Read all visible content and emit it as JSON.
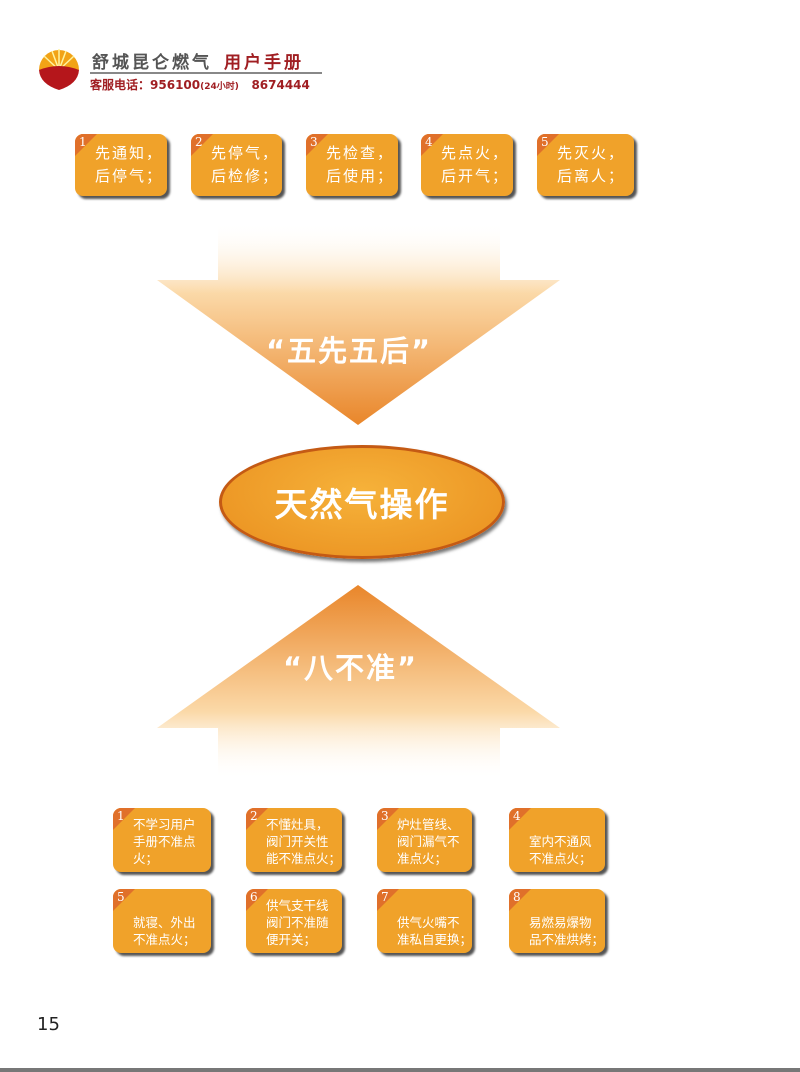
{
  "header": {
    "company": "舒城昆仑燃气",
    "manual": "用户手册",
    "hotline_label": "客服电话：",
    "hotline_number": "956100",
    "hotline_note": "(24小时)",
    "local_number": "8674444"
  },
  "five_rules": {
    "title": "“五先五后”",
    "items": [
      {
        "num": "1",
        "text": "先通知，\n后停气；"
      },
      {
        "num": "2",
        "text": "先停气，\n后检修；"
      },
      {
        "num": "3",
        "text": "先检查，\n后使用；"
      },
      {
        "num": "4",
        "text": "先点火，\n后开气；"
      },
      {
        "num": "5",
        "text": "先灭火，\n后离人；"
      }
    ]
  },
  "center": {
    "title": "天然气操作"
  },
  "eight_rules": {
    "title": "“八不准”",
    "items": [
      {
        "num": "1",
        "text": "不学习用户\n手册不准点\n火；"
      },
      {
        "num": "2",
        "text": "不懂灶具，\n阀门开关性\n能不准点火；"
      },
      {
        "num": "3",
        "text": "炉灶管线、\n阀门漏气不\n准点火；"
      },
      {
        "num": "4",
        "text": "\n室内不通风\n不准点火；"
      },
      {
        "num": "5",
        "text": "\n就寝、外出\n不准点火；"
      },
      {
        "num": "6",
        "text": "供气支干线\n阀门不准随\n便开关；"
      },
      {
        "num": "7",
        "text": "\n供气火嘴不\n准私自更换；"
      },
      {
        "num": "8",
        "text": "\n易燃易爆物\n品不准烘烤；"
      }
    ]
  },
  "page_number": "15",
  "colors": {
    "orange": "#f0a22a",
    "dark_orange": "#e0702a",
    "red": "#a01e22"
  }
}
